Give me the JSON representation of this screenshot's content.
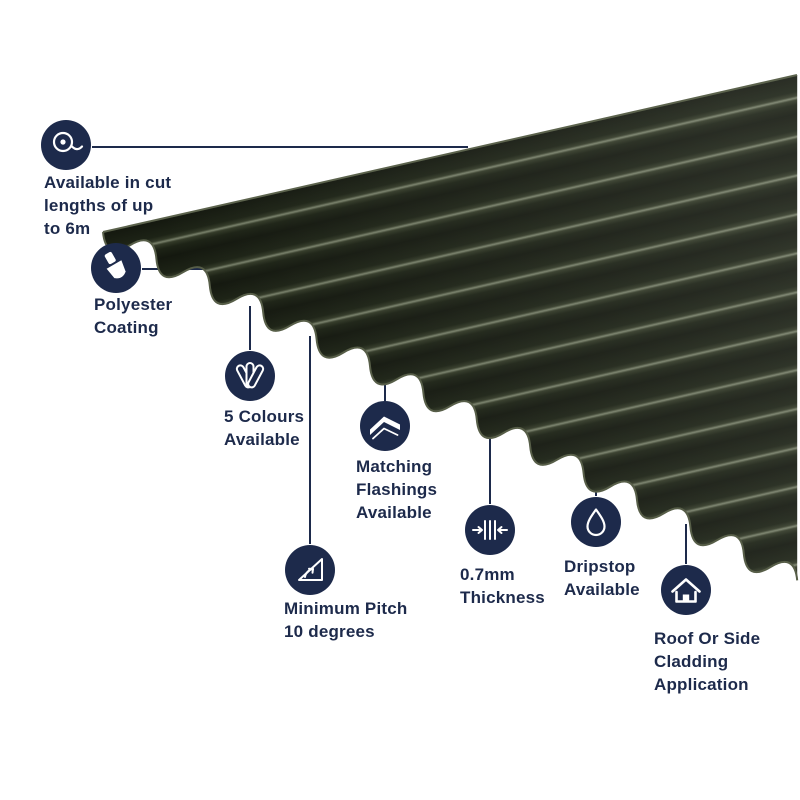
{
  "colors": {
    "navy": "#1d2a4b",
    "sheet_base": "#1b2015",
    "sheet_highlight": "#78806a",
    "sheet_edge": "#575e48",
    "background": "#ffffff"
  },
  "product_image": {
    "description_icon": "corrugated-roof-sheet"
  },
  "features": [
    {
      "icon": "tape-measure-icon",
      "label": "Available in cut\nlengths of up\nto 6m"
    },
    {
      "icon": "paintbrush-icon",
      "label": "Polyester\nCoating"
    },
    {
      "icon": "colour-swatch-icon",
      "label": "5 Colours\nAvailable"
    },
    {
      "icon": "flashing-icon",
      "label": "Matching\nFlashings\nAvailable"
    },
    {
      "icon": "pitch-angle-icon",
      "label": "Minimum Pitch\n10 degrees"
    },
    {
      "icon": "thickness-icon",
      "label": "0.7mm\nThickness"
    },
    {
      "icon": "droplet-icon",
      "label": "Dripstop\nAvailable"
    },
    {
      "icon": "house-icon",
      "label": "Roof Or Side\nCladding\nApplication"
    }
  ]
}
